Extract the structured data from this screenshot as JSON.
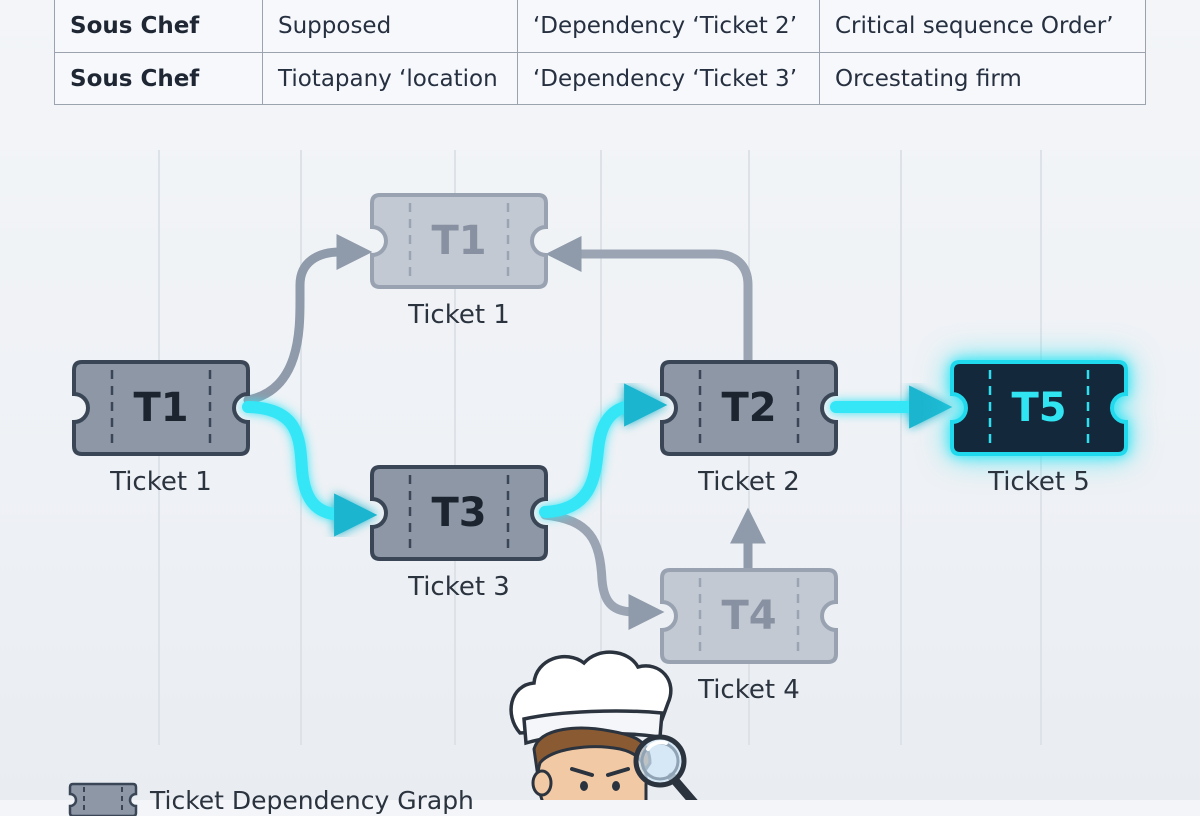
{
  "table": {
    "rows": [
      [
        "Sous Chef",
        "Supposed",
        "‘Dependency ‘Ticket 2’",
        "Critical sequence Order’"
      ],
      [
        "Sous Chef",
        "Tiotapany ‘location",
        "‘Dependency ‘Ticket 3’",
        "Orcestating firm"
      ]
    ]
  },
  "tickets": {
    "t1_top": {
      "code": "T1",
      "caption": "Ticket 1"
    },
    "t1_left": {
      "code": "T1",
      "caption": "Ticket 1"
    },
    "t3": {
      "code": "T3",
      "caption": "Ticket 3"
    },
    "t2": {
      "code": "T2",
      "caption": "Ticket 2"
    },
    "t5": {
      "code": "T5",
      "caption": "Ticket 5"
    },
    "t4": {
      "code": "T4",
      "caption": "Ticket 4"
    }
  },
  "legend": {
    "label": "Ticket Dependency Graph"
  },
  "colors": {
    "neon": "#2ee6f6",
    "ticket_dark": "#8d97a6",
    "ticket_faded": "#c3c9d3",
    "neon_ticket_fill": "#13283a"
  }
}
